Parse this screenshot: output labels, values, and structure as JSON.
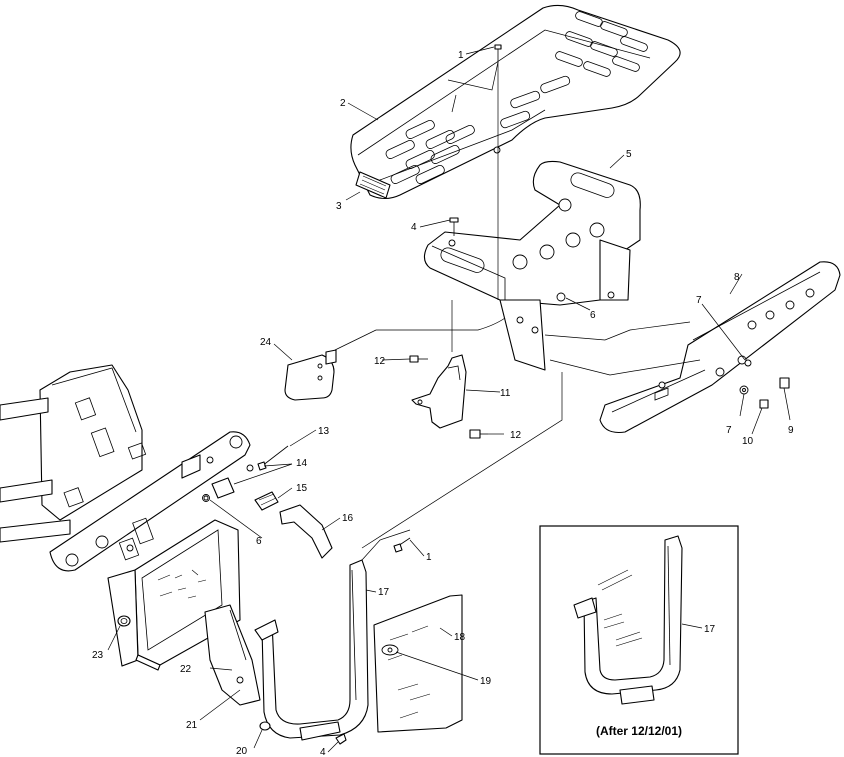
{
  "diagram": {
    "callouts": [
      "1",
      "2",
      "3",
      "4",
      "5",
      "6",
      "7",
      "8",
      "9",
      "10",
      "11",
      "12",
      "13",
      "14",
      "15",
      "16",
      "17",
      "18",
      "19",
      "20",
      "21",
      "22",
      "23",
      "24"
    ],
    "inset": {
      "caption": "(After 12/12/01)",
      "callout": "17"
    }
  }
}
